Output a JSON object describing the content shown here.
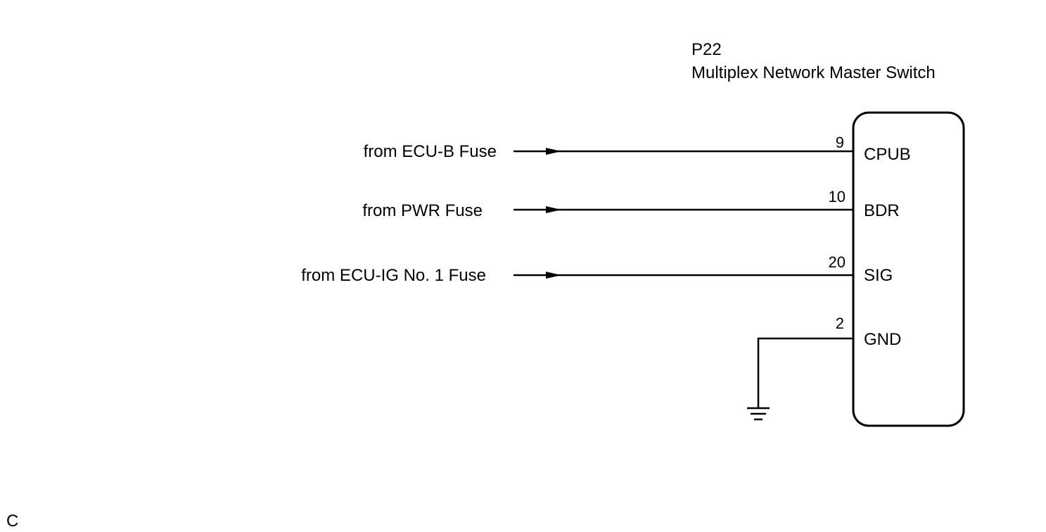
{
  "component": {
    "code": "P22",
    "name": "Multiplex Network Master Switch"
  },
  "inputs": [
    {
      "source": "from ECU-B Fuse",
      "pin": "9",
      "terminal": "CPUB"
    },
    {
      "source": "from PWR Fuse",
      "pin": "10",
      "terminal": "BDR"
    },
    {
      "source": "from ECU-IG No. 1 Fuse",
      "pin": "20",
      "terminal": "SIG"
    }
  ],
  "ground": {
    "pin": "2",
    "terminal": "GND",
    "icon": "ground-symbol-icon"
  },
  "corner_mark": "C"
}
